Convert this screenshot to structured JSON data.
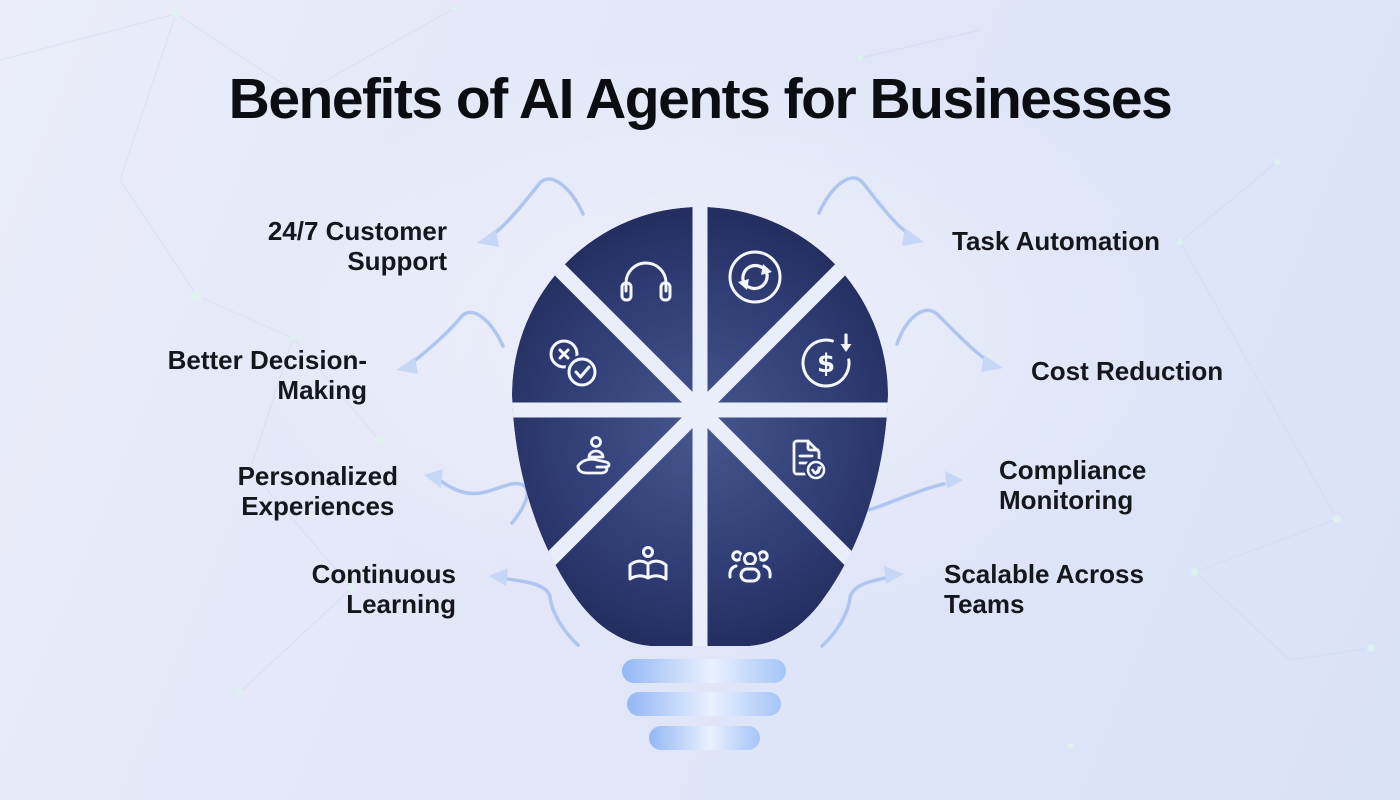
{
  "title": "Benefits of AI Agents for Businesses",
  "diagram": {
    "type": "lightbulb-infographic",
    "segments": 8,
    "center_shape": "light bulb split into 8 wedges with white gaps, 3 base bars"
  },
  "benefits": [
    {
      "id": "customer-support",
      "label": "24/7 Customer\nSupport",
      "icon": "headphones-icon",
      "side": "left"
    },
    {
      "id": "decision-making",
      "label": "Better Decision-\nMaking",
      "icon": "cross-check-icon",
      "side": "left"
    },
    {
      "id": "personalized-experiences",
      "label": "Personalized\nExperiences",
      "icon": "person-in-hand-icon",
      "side": "left"
    },
    {
      "id": "continuous-learning",
      "label": "Continuous\nLearning",
      "icon": "open-book-icon",
      "side": "left"
    },
    {
      "id": "task-automation",
      "label": "Task Automation",
      "icon": "sync-arrows-icon",
      "side": "right"
    },
    {
      "id": "cost-reduction",
      "label": "Cost Reduction",
      "icon": "dollar-decrease-icon",
      "side": "right"
    },
    {
      "id": "compliance-monitoring",
      "label": "Compliance\nMonitoring",
      "icon": "document-check-icon",
      "side": "right"
    },
    {
      "id": "scalable-teams",
      "label": "Scalable Across\nTeams",
      "icon": "team-icon",
      "side": "right"
    }
  ],
  "colors": {
    "background_light": "#eaecf9",
    "background_dark": "#d8e2f7",
    "bulb_edge": "#1c2553",
    "bulb_center": "#47568f",
    "gap": "#e9eefb",
    "icon_stroke": "#f4f7ff",
    "arrow_line": "#aec5ef",
    "arrow_head": "#c5d6f6",
    "base_bar_blue": "#9bbcf6",
    "base_bar_light": "#eaf2ff",
    "title_text": "#0b0d13",
    "label_text": "#15171d"
  }
}
